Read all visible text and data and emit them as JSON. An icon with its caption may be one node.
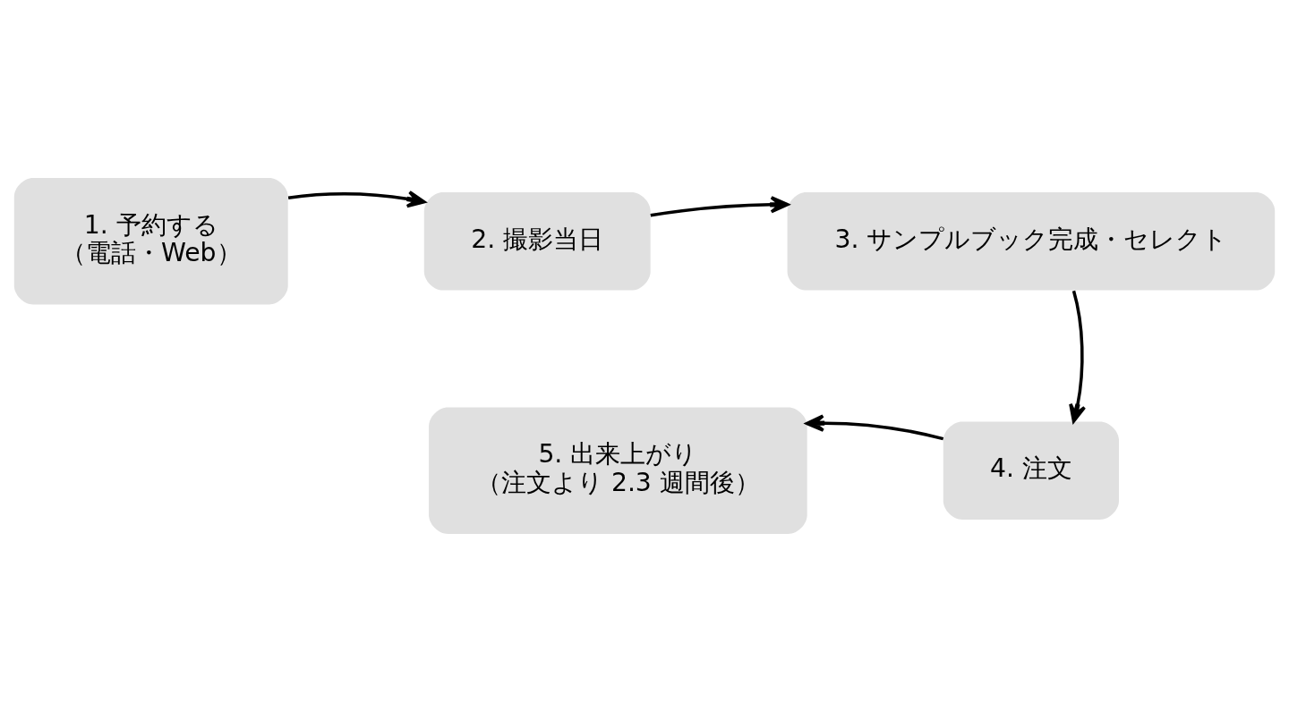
{
  "diagram": {
    "nodes": [
      {
        "text": [
          "1. 予約する",
          "（電話・Web）"
        ]
      },
      {
        "text": [
          "2. 撮影当日"
        ]
      },
      {
        "text": [
          "3. サンプルブック完成・セレクト"
        ]
      },
      {
        "text": [
          "4. 注文"
        ]
      },
      {
        "text": [
          "5. 出来上がり",
          "（注文より 2.3 週間後）"
        ]
      }
    ],
    "edges": [
      {
        "from": 0,
        "to": 1,
        "arrow": "to"
      },
      {
        "from": 1,
        "to": 2,
        "arrow": "to"
      },
      {
        "from": 2,
        "to": 3,
        "arrow": "to"
      },
      {
        "from": 3,
        "to": 4,
        "arrow": "to"
      }
    ]
  }
}
